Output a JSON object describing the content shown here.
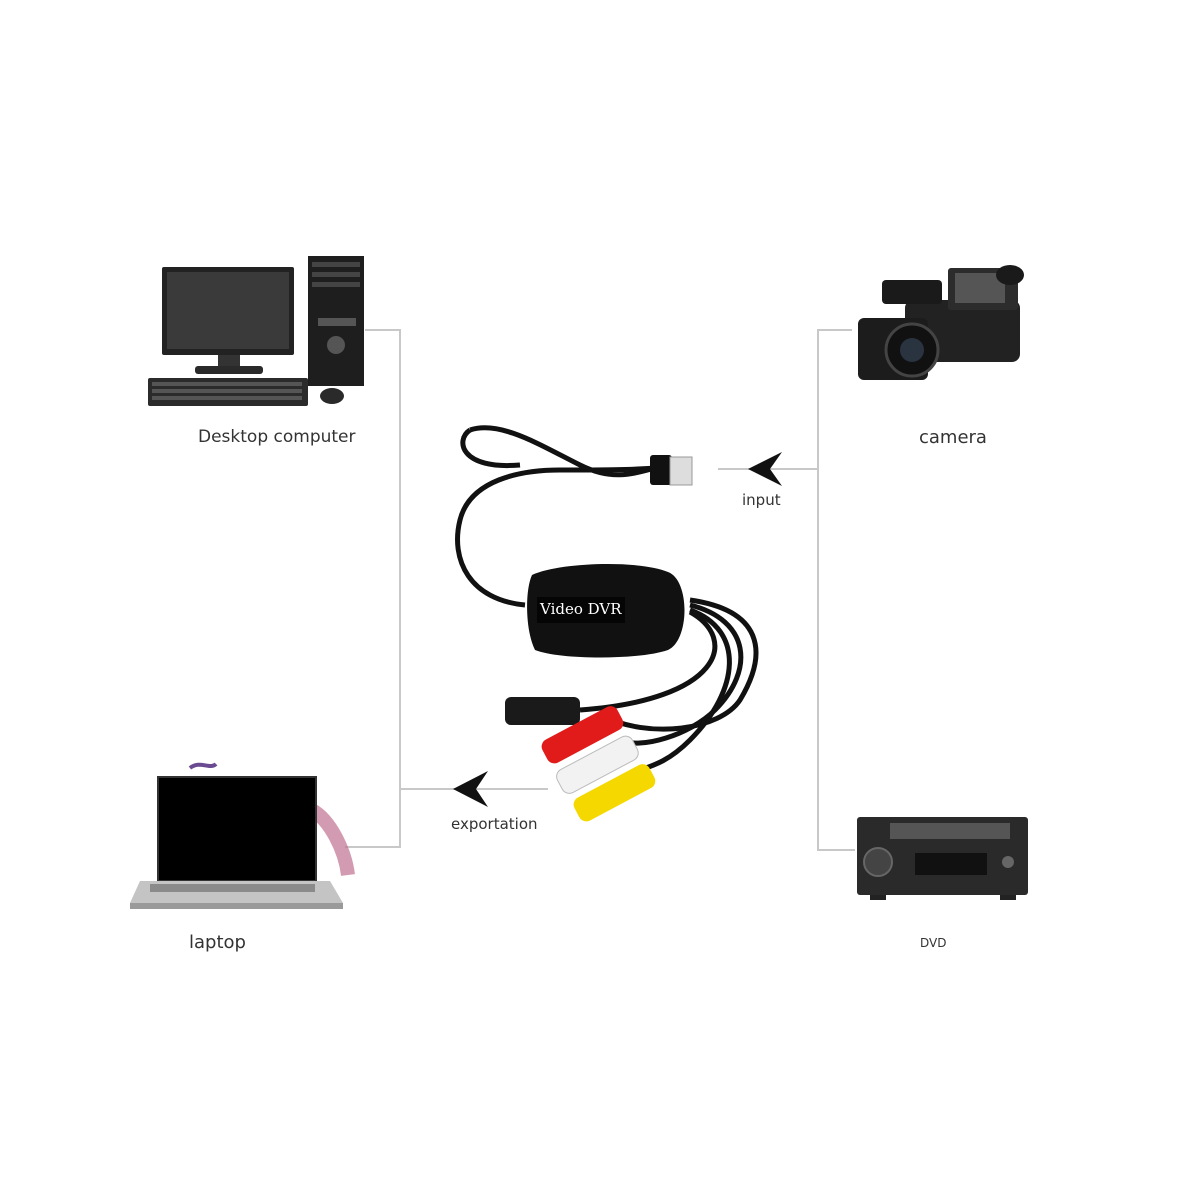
{
  "title": "Video DVR connection diagram",
  "devices": {
    "desktop": {
      "label": "Desktop computer"
    },
    "camera": {
      "label": "camera"
    },
    "laptop": {
      "label": "laptop"
    },
    "dvd": {
      "label": "DVD"
    }
  },
  "adapter": {
    "label": "Video DVR"
  },
  "arrows": {
    "input": {
      "label": "input"
    },
    "exportation": {
      "label": "exportation"
    }
  },
  "colors": {
    "line": "#c8c8c8",
    "cable": "#111111",
    "rca_red": "#e11a1a",
    "rca_white": "#f2f2f2",
    "rca_yellow": "#f4d800"
  }
}
